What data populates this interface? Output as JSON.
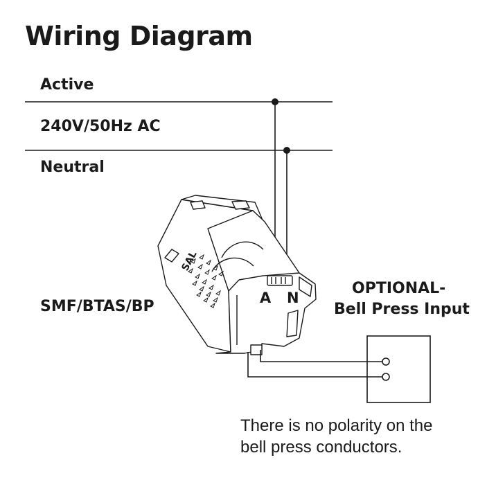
{
  "title": "Wiring Diagram",
  "supply": {
    "active_label": "Active",
    "voltage_label": "240V/50Hz AC",
    "neutral_label": "Neutral"
  },
  "device": {
    "model_label": "SMF/BTAS/BP",
    "logo_text": "SAL",
    "terminal_a": "A",
    "terminal_n": "N"
  },
  "bell_press": {
    "label_line1": "OPTIONAL-",
    "label_line2": "Bell Press Input"
  },
  "note": {
    "line1": "There is no polarity on the",
    "line2": "bell press conductors."
  },
  "colors": {
    "line": "#1a1a1a",
    "background": "#ffffff"
  }
}
